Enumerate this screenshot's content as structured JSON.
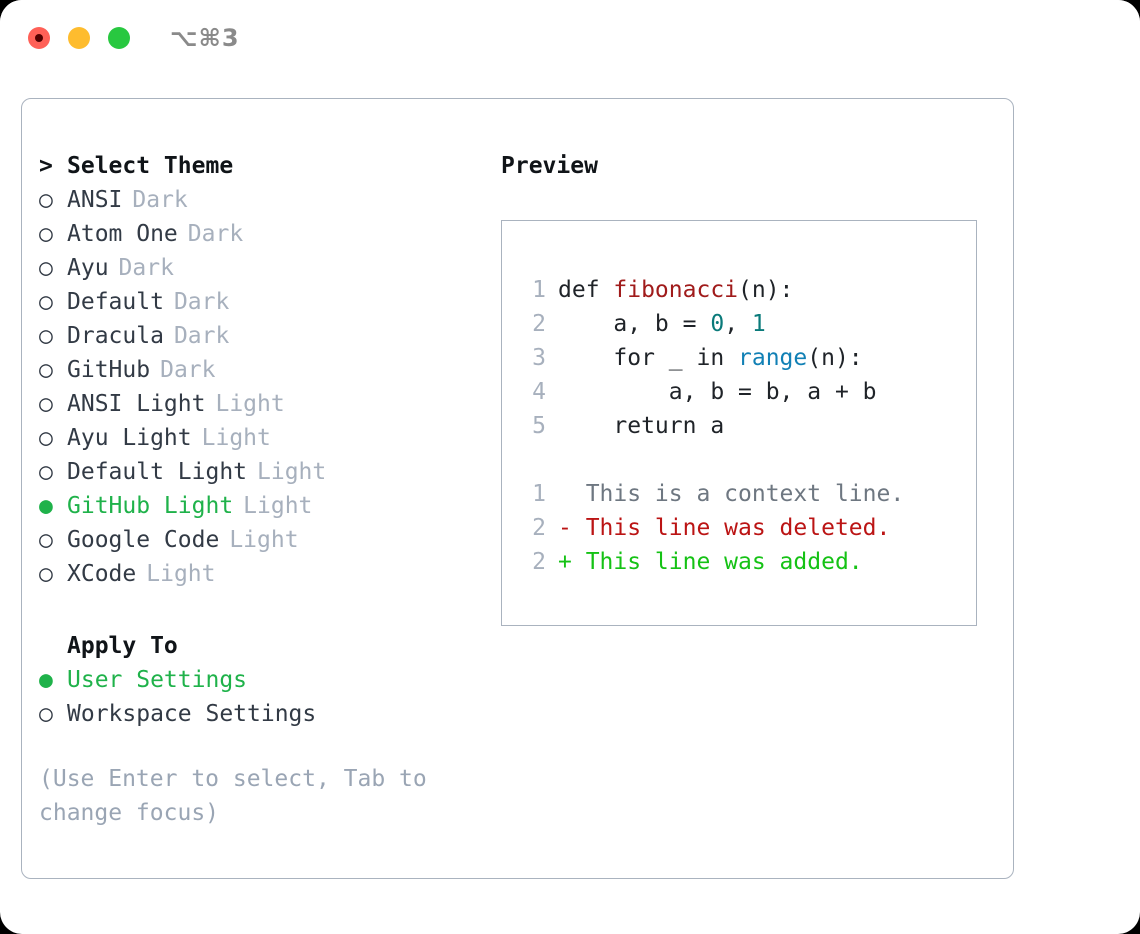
{
  "titlebar": {
    "shortcut": "⌥⌘3",
    "lights": [
      "close-red",
      "minimize-yellow",
      "zoom-green"
    ]
  },
  "theme_selector": {
    "header_marker": ">",
    "header": "Select Theme",
    "radio_off_glyph": "○",
    "radio_on_glyph": "●",
    "items": [
      {
        "name": "ANSI",
        "tag": "Dark",
        "selected": false
      },
      {
        "name": "Atom One",
        "tag": "Dark",
        "selected": false
      },
      {
        "name": "Ayu",
        "tag": "Dark",
        "selected": false
      },
      {
        "name": "Default",
        "tag": "Dark",
        "selected": false
      },
      {
        "name": "Dracula",
        "tag": "Dark",
        "selected": false
      },
      {
        "name": "GitHub",
        "tag": "Dark",
        "selected": false
      },
      {
        "name": "ANSI Light",
        "tag": "Light",
        "selected": false
      },
      {
        "name": "Ayu Light",
        "tag": "Light",
        "selected": false
      },
      {
        "name": "Default Light",
        "tag": "Light",
        "selected": false
      },
      {
        "name": "GitHub Light",
        "tag": "Light",
        "selected": true
      },
      {
        "name": "Google Code",
        "tag": "Light",
        "selected": false
      },
      {
        "name": "XCode",
        "tag": "Light",
        "selected": false
      }
    ]
  },
  "apply_to": {
    "header": "Apply To",
    "options": [
      {
        "name": "User Settings",
        "selected": true
      },
      {
        "name": "Workspace Settings",
        "selected": false
      }
    ]
  },
  "hint": "(Use Enter to select, Tab to change focus)",
  "preview": {
    "title": "Preview",
    "code_lines": [
      {
        "num": "1",
        "segments": [
          {
            "text": "def ",
            "style": "plain"
          },
          {
            "text": "fibonacci",
            "style": "fn"
          },
          {
            "text": "(n):",
            "style": "plain"
          }
        ]
      },
      {
        "num": "2",
        "segments": [
          {
            "text": "    a, b = ",
            "style": "plain"
          },
          {
            "text": "0",
            "style": "num"
          },
          {
            "text": ", ",
            "style": "plain"
          },
          {
            "text": "1",
            "style": "num"
          }
        ]
      },
      {
        "num": "3",
        "segments": [
          {
            "text": "    for _ in ",
            "style": "plain"
          },
          {
            "text": "range",
            "style": "call"
          },
          {
            "text": "(n):",
            "style": "plain"
          }
        ]
      },
      {
        "num": "4",
        "segments": [
          {
            "text": "        a, b = b, a + b",
            "style": "plain"
          }
        ]
      },
      {
        "num": "5",
        "segments": [
          {
            "text": "    return a",
            "style": "plain"
          }
        ]
      }
    ],
    "diff_lines": [
      {
        "num": "1",
        "text": "  This is a context line.",
        "style": "ctx"
      },
      {
        "num": "2",
        "text": "- This line was deleted.",
        "style": "del"
      },
      {
        "num": "2",
        "text": "+ This line was added.",
        "style": "add"
      }
    ]
  },
  "colors": {
    "accent_green": "#1fb24a",
    "border": "#aab3bf",
    "tag_gray": "#a7b0bd",
    "hint_gray": "#9aa5b4",
    "text_dark": "#1f2328",
    "fn_red": "#a01b1b",
    "num_teal": "#0a7a7a",
    "call_blue": "#1180b5",
    "diff_del": "#bb1414",
    "diff_add": "#15c215",
    "diff_ctx": "#6e7781"
  }
}
